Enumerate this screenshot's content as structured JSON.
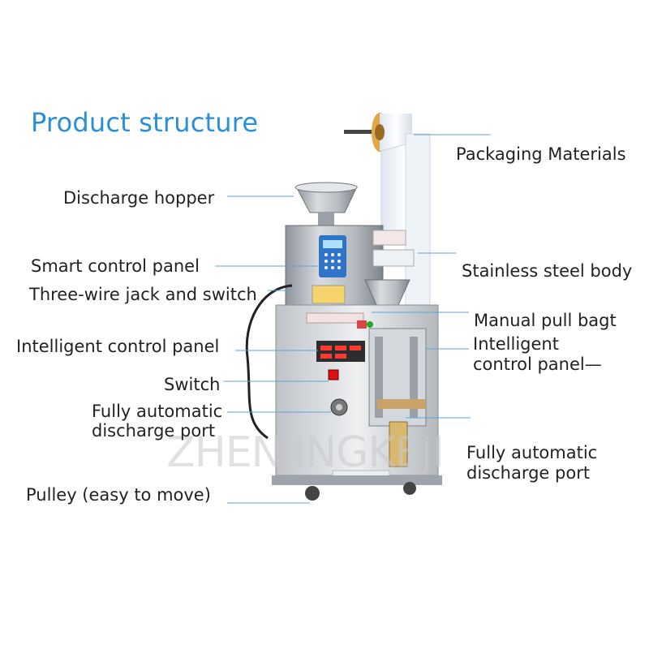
{
  "title": "Product structure",
  "watermark": "ZHENJINGKEJI",
  "labels": {
    "packaging_materials": "Packaging Materials",
    "discharge_hopper": "Discharge hopper",
    "smart_control_panel": "Smart control panel",
    "three_wire_jack": "Three-wire jack and switch",
    "stainless_steel_body": "Stainless steel body",
    "manual_pull_bag": "Manual pull bagt",
    "intelligent_control_panel_left": "Intelligent control panel",
    "intelligent_control_panel_right_1": "Intelligent",
    "intelligent_control_panel_right_2": "control panel—",
    "switch": "Switch",
    "discharge_port_left_1": "Fully automatic",
    "discharge_port_left_2": "discharge port",
    "discharge_port_right_1": "Fully automatic",
    "discharge_port_right_2": "discharge port",
    "pulley": "Pulley (easy to move)"
  },
  "colors": {
    "title": "#2a8fd6",
    "leader_line": "#5aa6d8",
    "machine_steel": "#c9ccd0",
    "panel_blue": "#2f74c8"
  }
}
